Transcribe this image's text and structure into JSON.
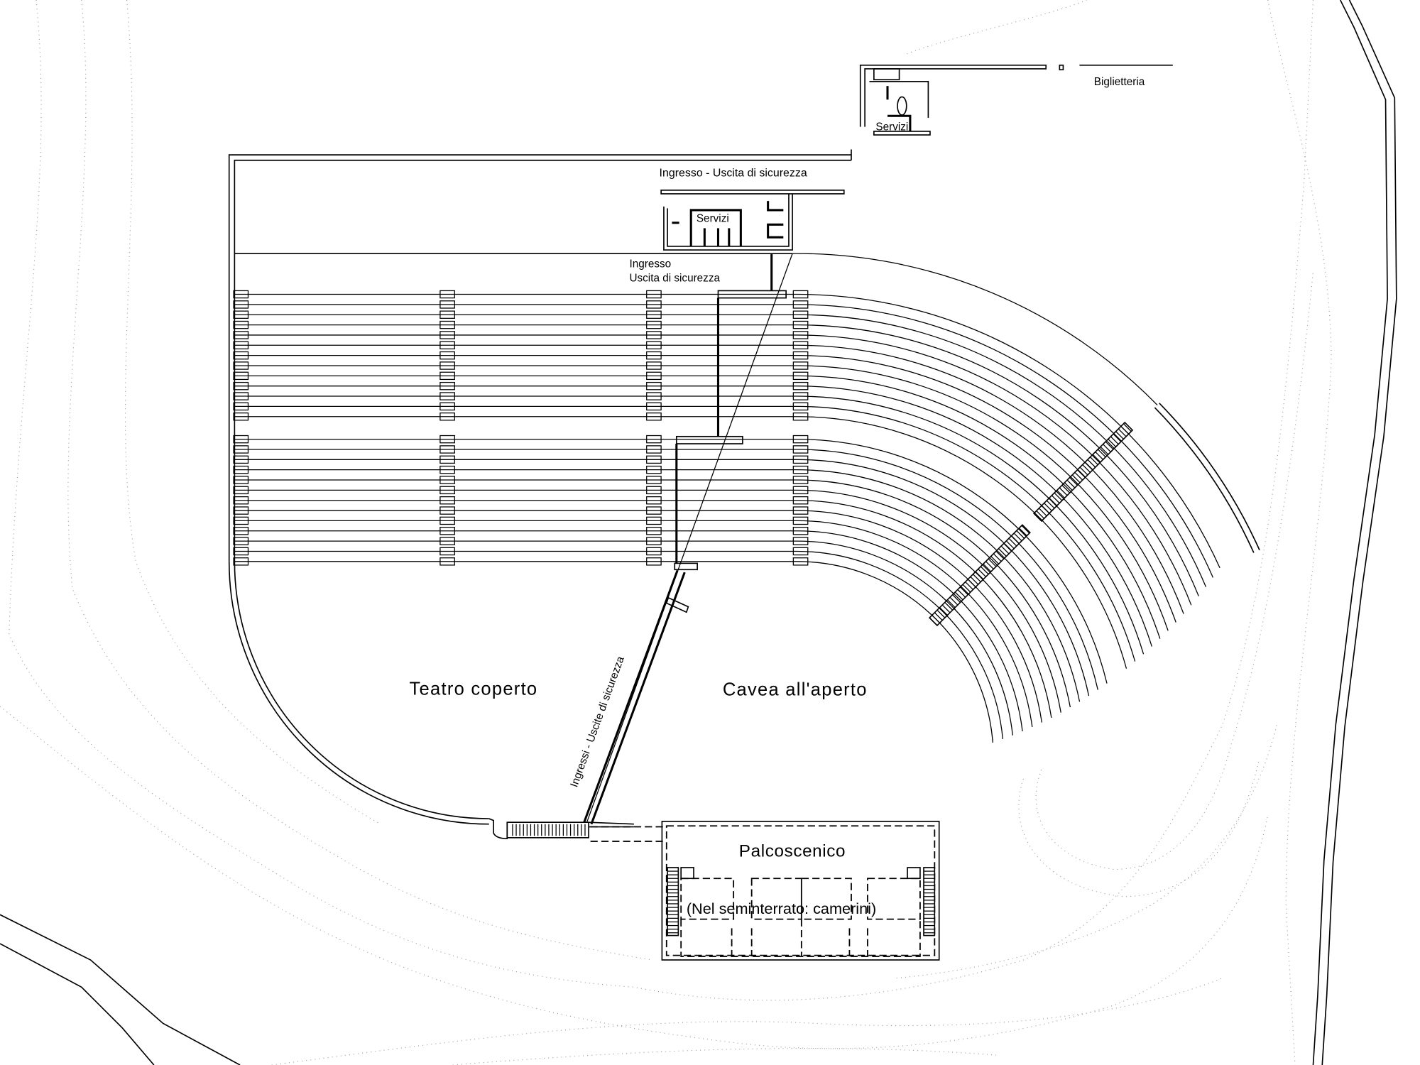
{
  "plan": {
    "labels": {
      "entrance_top": "Ingresso - Uscita di sicurezza",
      "services_center": "Servizi",
      "services_top": "Servizi",
      "ticket_office": "Biglietteria",
      "entrance_line1": "Ingresso",
      "entrance_line2": "Uscita di sicurezza",
      "covered_theatre": "Teatro coperto",
      "open_cavea": "Cavea all'aperto",
      "diagonal_exits": "Ingressi - Uscite di sicurezza",
      "stage": "Palcoscenico",
      "basement_note": "(Nel seminterrato: camerini)"
    }
  }
}
